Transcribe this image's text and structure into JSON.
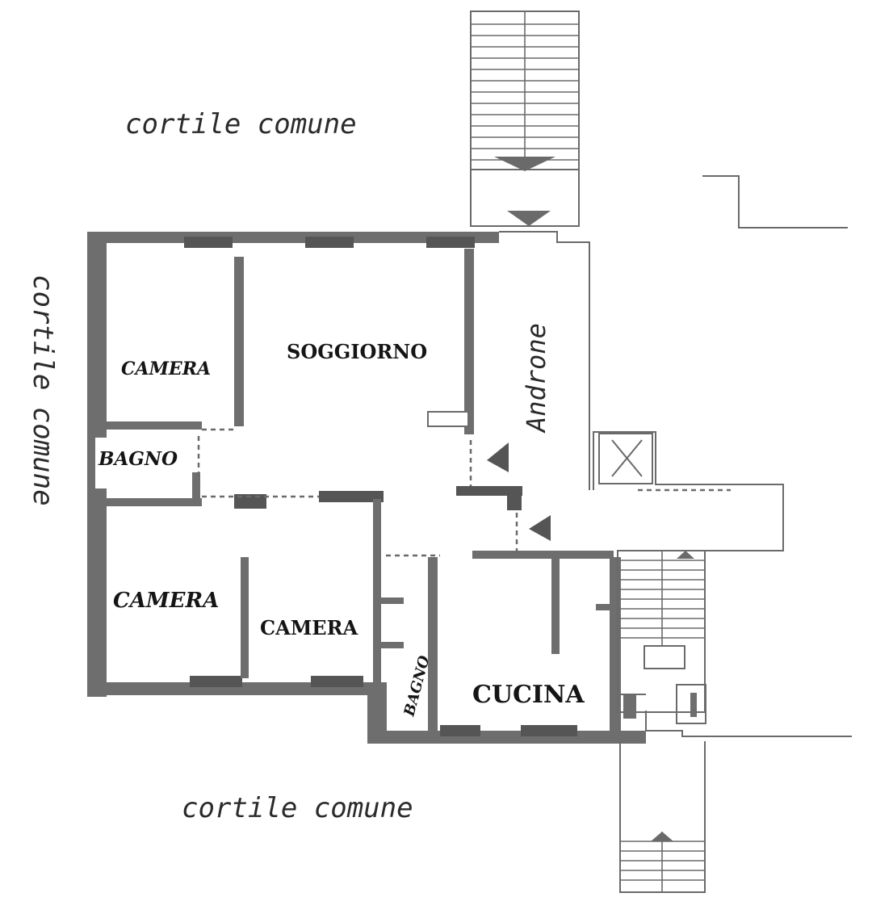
{
  "rooms": {
    "soggiorno": "SOGGIORNO",
    "camera_top": "CAMERA",
    "bagno_left": "BAGNO",
    "camera_bottom_left": "CAMERA",
    "camera_bottom_mid": "CAMERA",
    "bagno_small": "BAGNO",
    "cucina": "CUCINA"
  },
  "annotations": {
    "androne": "Androne",
    "cortile_top": "cortile comune",
    "cortile_left": "cortile comune",
    "cortile_bottom": "cortile comune"
  },
  "colors": {
    "wall": "#6e6e6e",
    "line": "#6a6a6a",
    "text": "#151515"
  }
}
